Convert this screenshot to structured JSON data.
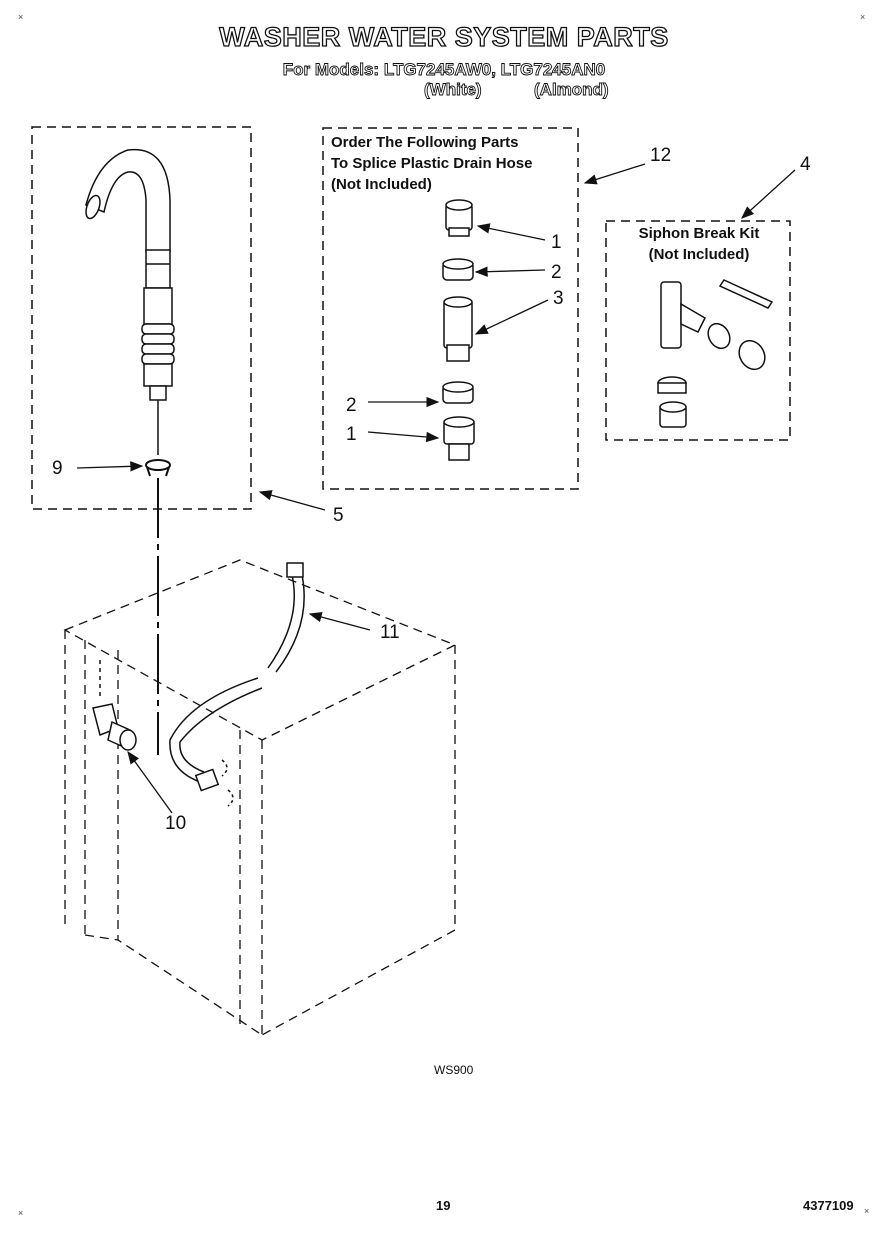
{
  "header": {
    "title": "WASHER WATER SYSTEM PARTS",
    "subtitle": "For Models: LTG7245AW0, LTG7245AN0",
    "variant_white": "(White)",
    "variant_almond": "(Almond)"
  },
  "notes": {
    "splice": [
      "Order The Following Parts",
      "To Splice Plastic Drain Hose",
      "(Not Included)"
    ],
    "siphon": [
      "Siphon Break Kit",
      "(Not Included)"
    ]
  },
  "callouts": {
    "c1_top": "1",
    "c2_top": "2",
    "c3": "3",
    "c2_bottom": "2",
    "c1_bottom": "1",
    "c4": "4",
    "c5": "5",
    "c9": "9",
    "c10": "10",
    "c11": "11",
    "c12": "12"
  },
  "footer": {
    "drawing_code": "WS900",
    "page_number": "19",
    "document_number": "4377109"
  },
  "corner_marks": {
    "mark": "×"
  }
}
